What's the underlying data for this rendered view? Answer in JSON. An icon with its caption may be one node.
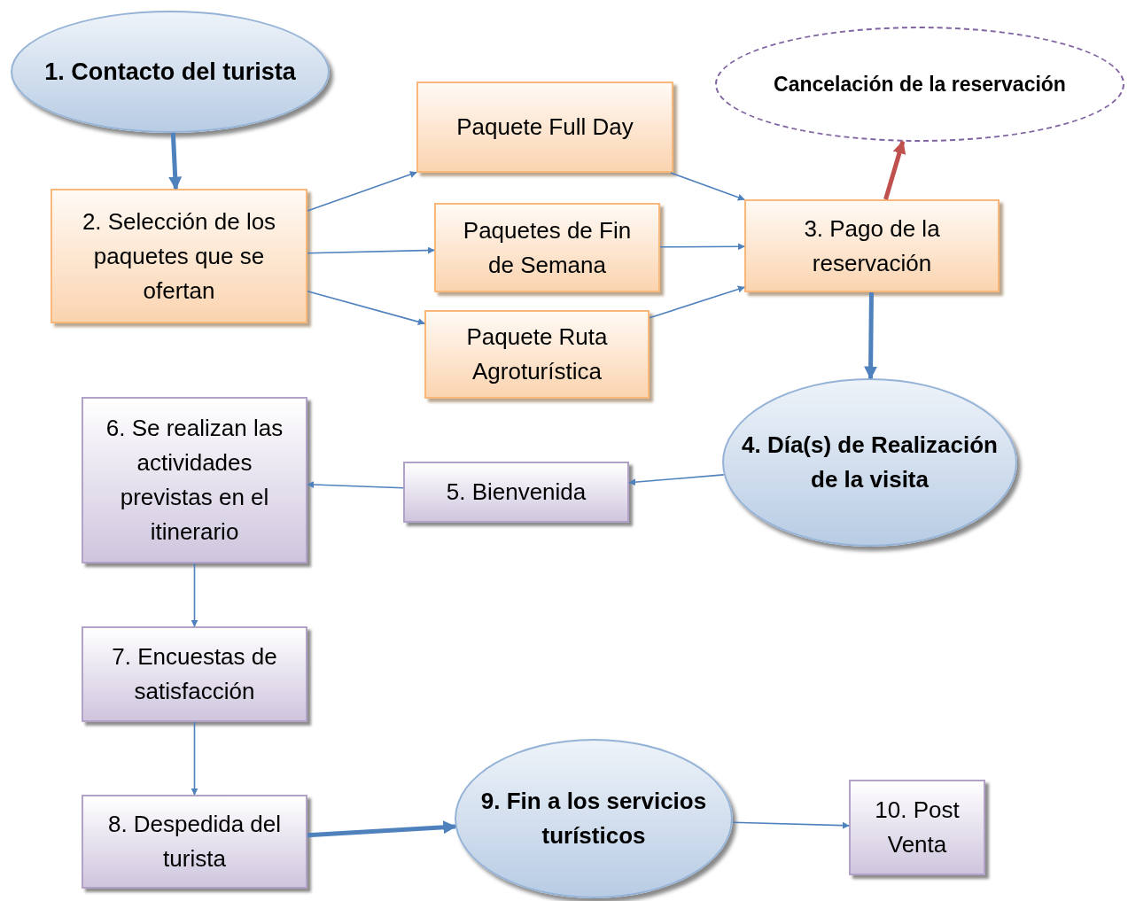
{
  "diagram": {
    "nodes": [
      {
        "text": [
          "1. Contacto del turista"
        ]
      },
      {
        "text": [
          "2. Selección de los paquetes que se ofertan"
        ]
      },
      {
        "text": [
          "Paquete Full Day"
        ]
      },
      {
        "text": [
          "Paquetes de Fin de Semana"
        ]
      },
      {
        "text": [
          "Paquete Ruta Agroturística"
        ]
      },
      {
        "text": [
          "Cancelación de la reservación"
        ]
      },
      {
        "text": [
          "3. Pago de la reservación"
        ]
      },
      {
        "text": [
          "4. Día(s) de Realización de la visita"
        ]
      },
      {
        "text": [
          "5. Bienvenida"
        ]
      },
      {
        "text": [
          "6. Se realizan las actividades previstas en el itinerario"
        ]
      },
      {
        "text": [
          "7. Encuestas de satisfacción"
        ]
      },
      {
        "text": [
          "8. Despedida del turista"
        ]
      },
      {
        "text": [
          "9. Fin a los servicios turísticos"
        ]
      },
      {
        "text": [
          "10. Post Venta"
        ]
      }
    ],
    "edges": [
      {
        "from": 0,
        "to": 1,
        "arrow": "to",
        "style": "thick"
      },
      {
        "from": 1,
        "to": 2,
        "arrow": "to"
      },
      {
        "from": 1,
        "to": 3,
        "arrow": "to"
      },
      {
        "from": 1,
        "to": 4,
        "arrow": "to"
      },
      {
        "from": 2,
        "to": 6,
        "arrow": "to"
      },
      {
        "from": 3,
        "to": 6,
        "arrow": "to"
      },
      {
        "from": 4,
        "to": 6,
        "arrow": "to"
      },
      {
        "from": 6,
        "to": 5,
        "arrow": "to",
        "style": "thick",
        "color": "#c0504d"
      },
      {
        "from": 6,
        "to": 7,
        "arrow": "to",
        "style": "thick"
      },
      {
        "from": 7,
        "to": 8,
        "arrow": "to"
      },
      {
        "from": 8,
        "to": 9,
        "arrow": "to"
      },
      {
        "from": 9,
        "to": 10,
        "arrow": "to"
      },
      {
        "from": 10,
        "to": 11,
        "arrow": "to"
      },
      {
        "from": 11,
        "to": 12,
        "arrow": "to",
        "style": "thick"
      },
      {
        "from": 12,
        "to": 13,
        "arrow": "to"
      }
    ]
  }
}
